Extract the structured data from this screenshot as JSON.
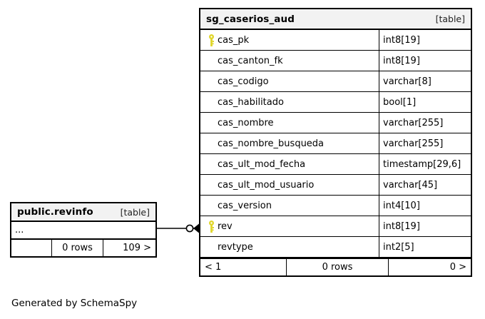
{
  "caption": "Generated by SchemaSpy",
  "colors": {
    "key_icon": "#e0d62a",
    "header_background": "#f2f2f2",
    "border": "#000000",
    "text": "#000000"
  },
  "main_table": {
    "name": "sg_caserios_aud",
    "kind": "[table]",
    "columns": [
      {
        "name": "cas_pk",
        "type": "int8[19]",
        "key": true
      },
      {
        "name": "cas_canton_fk",
        "type": "int8[19]",
        "key": false
      },
      {
        "name": "cas_codigo",
        "type": "varchar[8]",
        "key": false
      },
      {
        "name": "cas_habilitado",
        "type": "bool[1]",
        "key": false
      },
      {
        "name": "cas_nombre",
        "type": "varchar[255]",
        "key": false
      },
      {
        "name": "cas_nombre_busqueda",
        "type": "varchar[255]",
        "key": false
      },
      {
        "name": "cas_ult_mod_fecha",
        "type": "timestamp[29,6]",
        "key": false
      },
      {
        "name": "cas_ult_mod_usuario",
        "type": "varchar[45]",
        "key": false
      },
      {
        "name": "cas_version",
        "type": "int4[10]",
        "key": false
      },
      {
        "name": "rev",
        "type": "int8[19]",
        "key": true
      },
      {
        "name": "revtype",
        "type": "int2[5]",
        "key": false
      }
    ],
    "footer": {
      "left": "< 1",
      "middle": "0 rows",
      "right": "0 >"
    }
  },
  "left_table": {
    "name": "public.revinfo",
    "kind": "[table]",
    "ellipsis": "...",
    "footer": {
      "left": "",
      "middle": "0 rows",
      "right": "109 >"
    }
  },
  "relationship": {
    "from": "public.revinfo",
    "to": "sg_caserios_aud",
    "to_column": "rev",
    "source_marker": "zero-or-one-circle",
    "target_marker": "crows-foot"
  }
}
